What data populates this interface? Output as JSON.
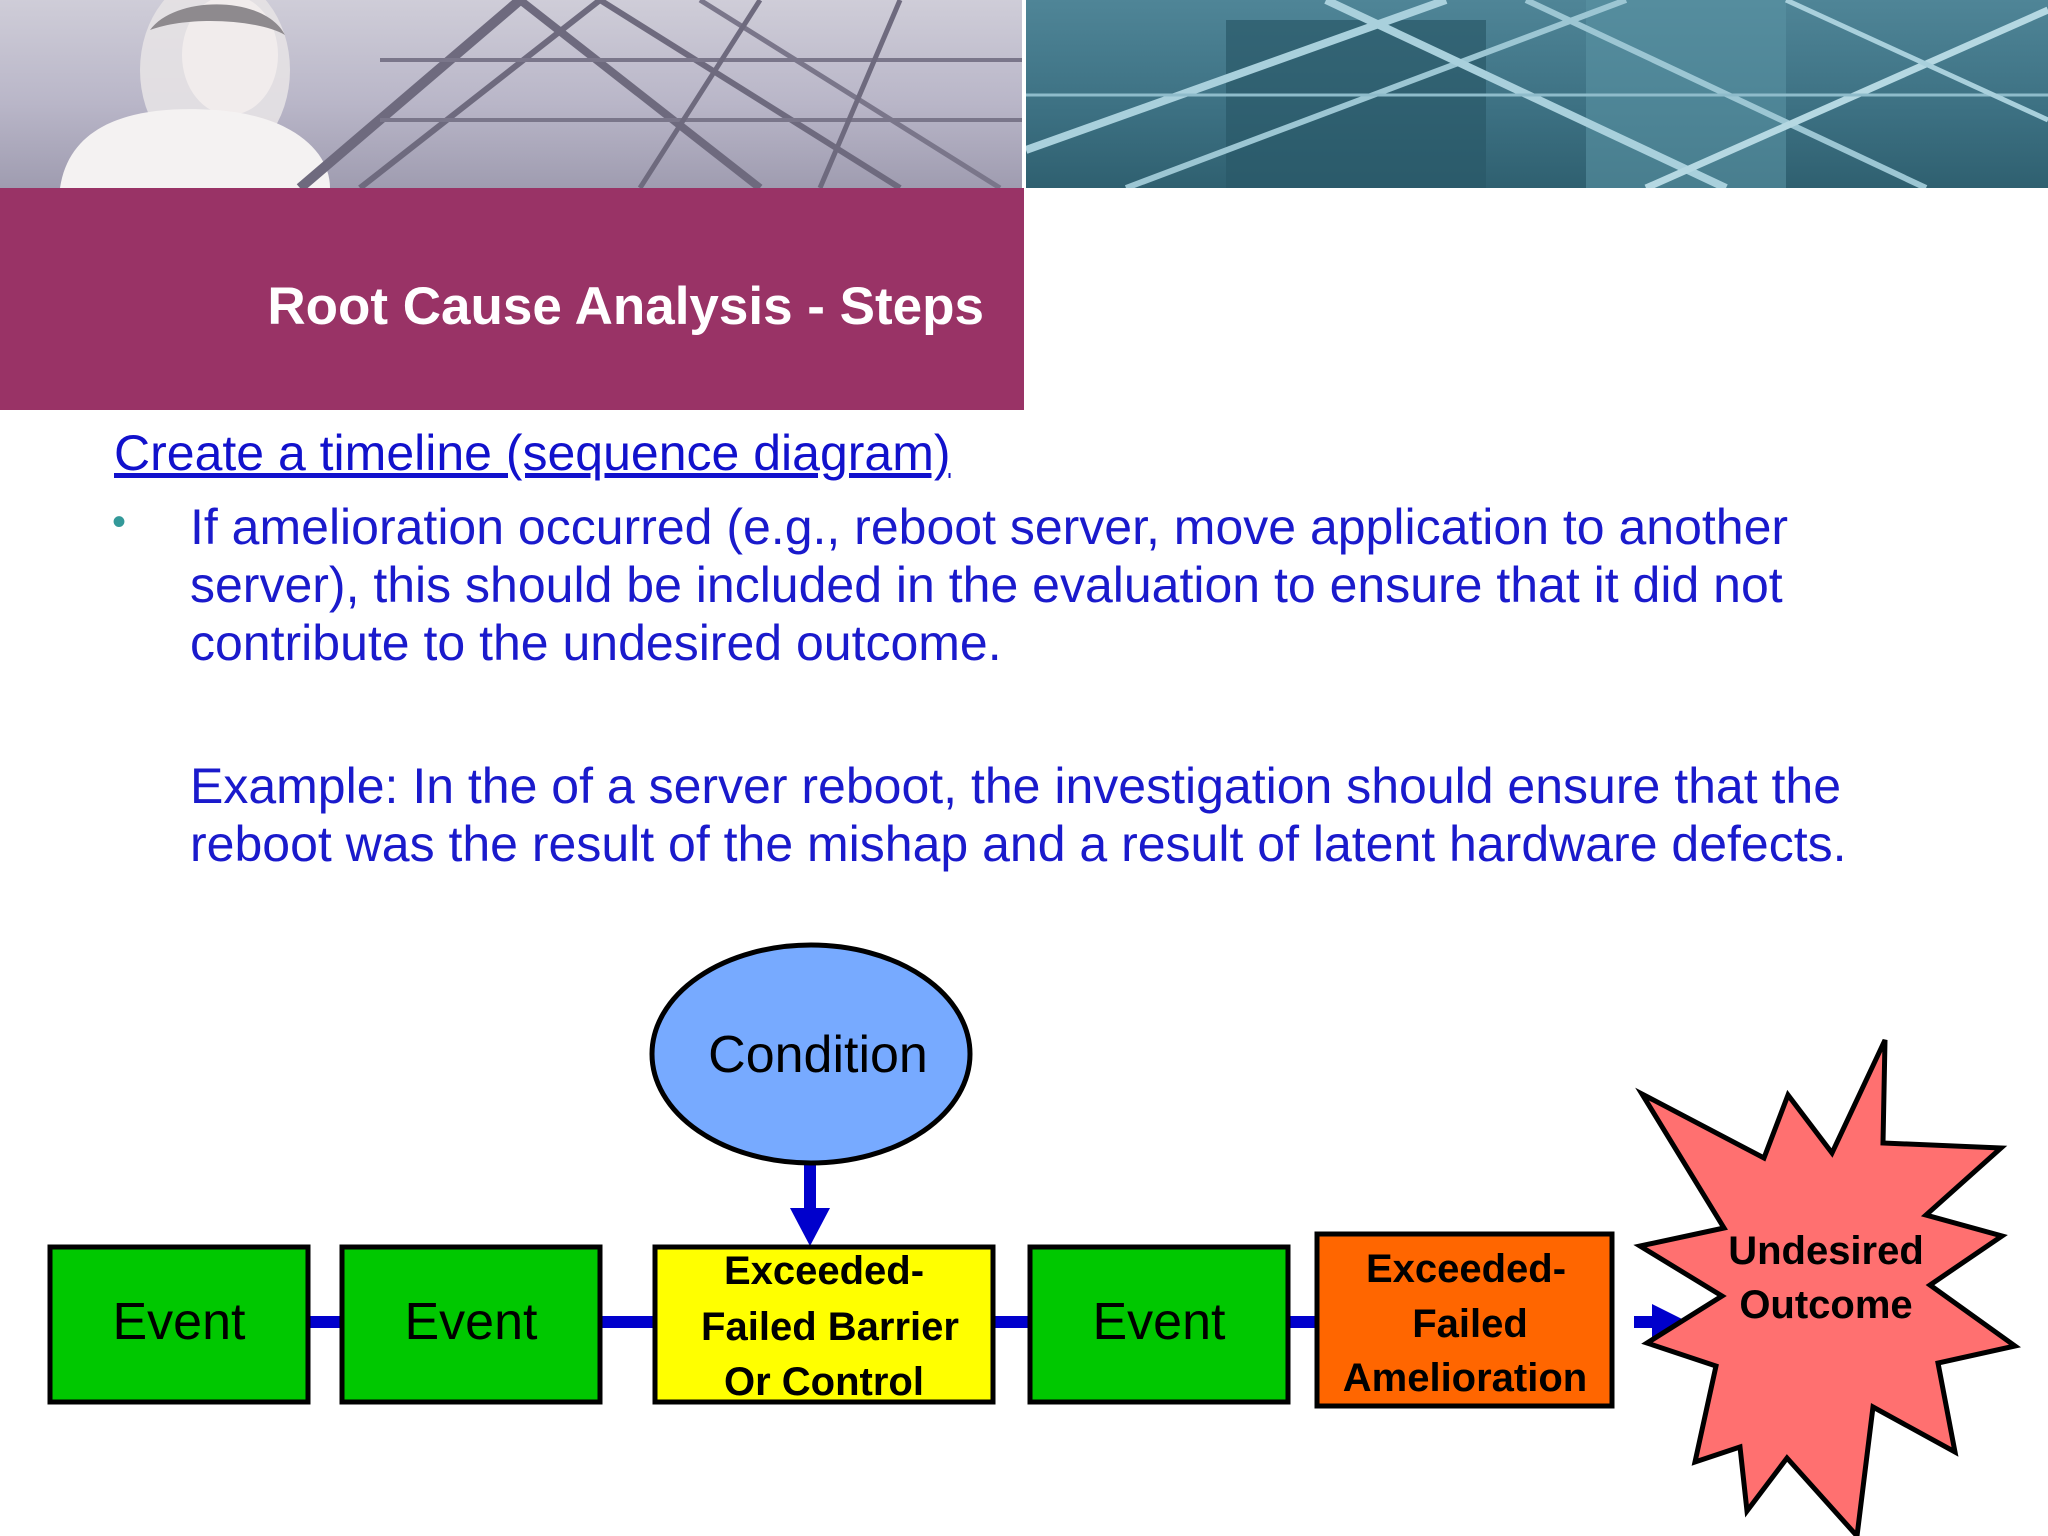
{
  "slide": {
    "title": "Root Cause Analysis - Steps",
    "subtitle": "Create a timeline (sequence diagram)",
    "bullet": "If amelioration occurred (e.g., reboot server, move application to another server), this should be included in the evaluation to ensure that it did not contribute to the undesired outcome.",
    "example": "Example: In the of a server reboot, the investigation should ensure that the reboot was the result of the mishap and a result of latent hardware defects."
  },
  "diagram": {
    "condition": "Condition",
    "event1": "Event",
    "event2": "Event",
    "barrier_line1": "Exceeded-",
    "barrier_line2": "Failed Barrier",
    "barrier_line3": "Or Control",
    "event3": "Event",
    "amelioration_line1": "Exceeded-",
    "amelioration_line2": "Failed",
    "amelioration_line3": "Amelioration",
    "outcome_line1": "Undesired",
    "outcome_line2": "Outcome"
  },
  "colors": {
    "title_band": "#993366",
    "text_blue": "#1a1acc",
    "event_green": "#00c800",
    "barrier_yellow": "#ffff00",
    "amelioration_orange": "#ff6600",
    "condition_blue": "#77aaff",
    "outcome_red": "#ff7070",
    "arrow_blue": "#0000cc"
  }
}
